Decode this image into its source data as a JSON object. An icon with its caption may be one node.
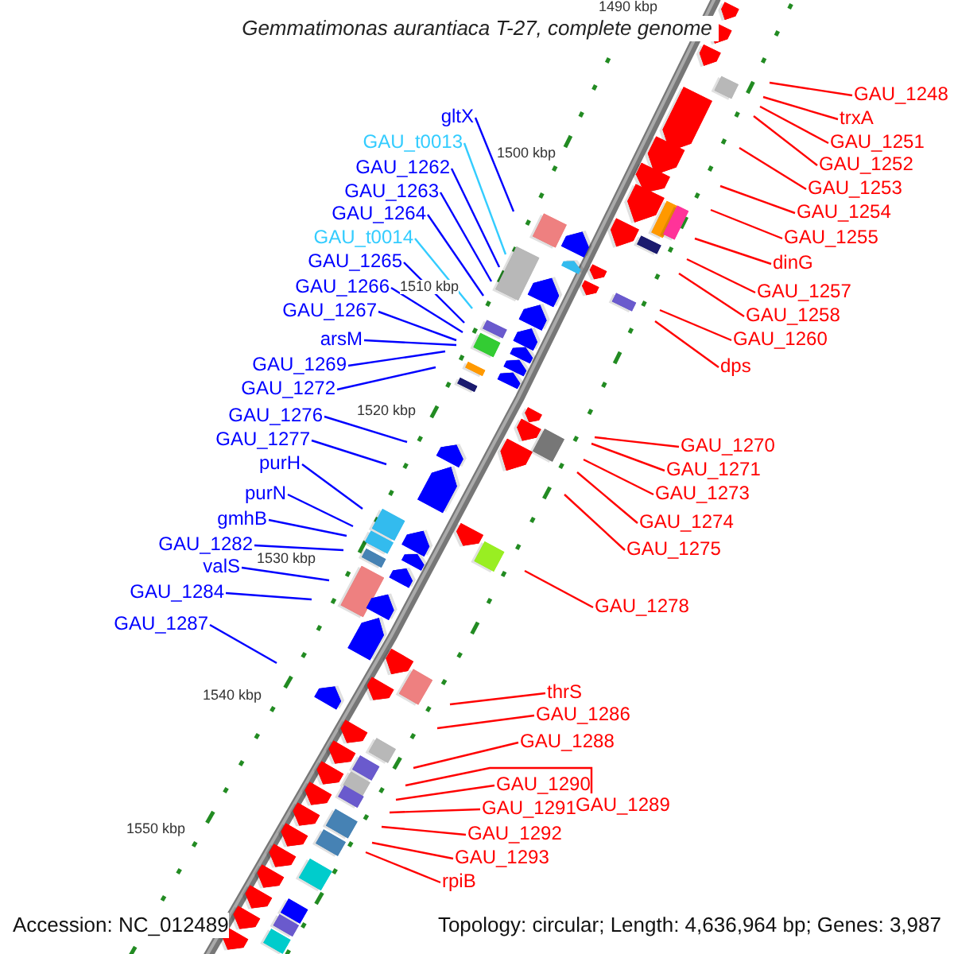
{
  "diagram": {
    "title": "Gemmatimonas aurantiaca T-27, complete genome",
    "nodes": [
      {
        "text": [
          "gltX"
        ]
      },
      {
        "text": [
          "GAU_t0013"
        ]
      },
      {
        "text": [
          "GAU_1262"
        ]
      },
      {
        "text": [
          "GAU_1263"
        ]
      },
      {
        "text": [
          "GAU_1264"
        ]
      },
      {
        "text": [
          "GAU_t0014"
        ]
      },
      {
        "text": [
          "GAU_1265"
        ]
      },
      {
        "text": [
          "GAU_1266"
        ]
      },
      {
        "text": [
          "GAU_1267"
        ]
      },
      {
        "text": [
          "arsM"
        ]
      },
      {
        "text": [
          "GAU_1269"
        ]
      },
      {
        "text": [
          "GAU_1272"
        ]
      },
      {
        "text": [
          "GAU_1276"
        ]
      },
      {
        "text": [
          "GAU_1277"
        ]
      },
      {
        "text": [
          "purH"
        ]
      },
      {
        "text": [
          "purN"
        ]
      },
      {
        "text": [
          "gmhB"
        ]
      },
      {
        "text": [
          "GAU_1282"
        ]
      },
      {
        "text": [
          "valS"
        ]
      },
      {
        "text": [
          "GAU_1284"
        ]
      },
      {
        "text": [
          "GAU_1287"
        ]
      },
      {
        "text": [
          "GAU_1248"
        ]
      },
      {
        "text": [
          "trxA"
        ]
      },
      {
        "text": [
          "GAU_1251"
        ]
      },
      {
        "text": [
          "GAU_1252"
        ]
      },
      {
        "text": [
          "GAU_1253"
        ]
      },
      {
        "text": [
          "GAU_1254"
        ]
      },
      {
        "text": [
          "GAU_1255"
        ]
      },
      {
        "text": [
          "dinG"
        ]
      },
      {
        "text": [
          "GAU_1257"
        ]
      },
      {
        "text": [
          "GAU_1258"
        ]
      },
      {
        "text": [
          "GAU_1260"
        ]
      },
      {
        "text": [
          "dps"
        ]
      },
      {
        "text": [
          "GAU_1270"
        ]
      },
      {
        "text": [
          "GAU_1271"
        ]
      },
      {
        "text": [
          "GAU_1273"
        ]
      },
      {
        "text": [
          "GAU_1274"
        ]
      },
      {
        "text": [
          "GAU_1275"
        ]
      },
      {
        "text": [
          "GAU_1278"
        ]
      },
      {
        "text": [
          "thrS"
        ]
      },
      {
        "text": [
          "GAU_1286"
        ]
      },
      {
        "text": [
          "GAU_1288"
        ]
      },
      {
        "text": [
          "GAU_1290"
        ]
      },
      {
        "text": [
          "GAU_1289"
        ]
      },
      {
        "text": [
          "GAU_1291"
        ]
      },
      {
        "text": [
          "GAU_1292"
        ]
      },
      {
        "text": [
          "GAU_1293"
        ]
      },
      {
        "text": [
          "rpiB"
        ]
      }
    ],
    "edges": [
      {
        "from": 0,
        "to": null,
        "arrow": "none",
        "color": "#0000ff"
      },
      {
        "from": 1,
        "to": null,
        "arrow": "none",
        "color": "#33ccff"
      },
      {
        "from": 2,
        "to": null,
        "arrow": "none",
        "color": "#0000ff"
      },
      {
        "from": 3,
        "to": null,
        "arrow": "none",
        "color": "#0000ff"
      },
      {
        "from": 4,
        "to": null,
        "arrow": "none",
        "color": "#0000ff"
      },
      {
        "from": 5,
        "to": null,
        "arrow": "none",
        "color": "#33ccff"
      },
      {
        "from": 6,
        "to": null,
        "arrow": "none",
        "color": "#0000ff"
      },
      {
        "from": 7,
        "to": null,
        "arrow": "none",
        "color": "#0000ff"
      },
      {
        "from": 8,
        "to": null,
        "arrow": "none",
        "color": "#0000ff"
      },
      {
        "from": 9,
        "to": null,
        "arrow": "none",
        "color": "#0000ff"
      },
      {
        "from": 10,
        "to": null,
        "arrow": "none",
        "color": "#0000ff"
      },
      {
        "from": 11,
        "to": null,
        "arrow": "none",
        "color": "#0000ff"
      },
      {
        "from": 12,
        "to": null,
        "arrow": "none",
        "color": "#0000ff"
      },
      {
        "from": 13,
        "to": null,
        "arrow": "none",
        "color": "#0000ff"
      },
      {
        "from": 14,
        "to": null,
        "arrow": "none",
        "color": "#0000ff"
      },
      {
        "from": 15,
        "to": null,
        "arrow": "none",
        "color": "#0000ff"
      },
      {
        "from": 16,
        "to": null,
        "arrow": "none",
        "color": "#0000ff"
      },
      {
        "from": 17,
        "to": null,
        "arrow": "none",
        "color": "#0000ff"
      },
      {
        "from": 18,
        "to": null,
        "arrow": "none",
        "color": "#0000ff"
      },
      {
        "from": 19,
        "to": null,
        "arrow": "none",
        "color": "#0000ff"
      },
      {
        "from": 20,
        "to": null,
        "arrow": "none",
        "color": "#0000ff"
      },
      {
        "from": 21,
        "to": null,
        "arrow": "none"
      },
      {
        "from": 22,
        "to": null,
        "arrow": "none"
      },
      {
        "from": 23,
        "to": null,
        "arrow": "none"
      },
      {
        "from": 24,
        "to": null,
        "arrow": "none"
      },
      {
        "from": 25,
        "to": null,
        "arrow": "none"
      },
      {
        "from": 26,
        "to": null,
        "arrow": "none"
      },
      {
        "from": 27,
        "to": null,
        "arrow": "none"
      },
      {
        "from": 28,
        "to": null,
        "arrow": "none"
      },
      {
        "from": 29,
        "to": null,
        "arrow": "none"
      },
      {
        "from": 30,
        "to": null,
        "arrow": "none"
      },
      {
        "from": 31,
        "to": null,
        "arrow": "none"
      },
      {
        "from": 32,
        "to": null,
        "arrow": "none"
      },
      {
        "from": 33,
        "to": null,
        "arrow": "none"
      },
      {
        "from": 34,
        "to": null,
        "arrow": "none"
      },
      {
        "from": 35,
        "to": null,
        "arrow": "none"
      },
      {
        "from": 36,
        "to": null,
        "arrow": "none"
      },
      {
        "from": 37,
        "to": null,
        "arrow": "none"
      },
      {
        "from": 38,
        "to": null,
        "arrow": "none"
      },
      {
        "from": 39,
        "to": null,
        "arrow": "none"
      },
      {
        "from": 40,
        "to": null,
        "arrow": "none"
      },
      {
        "from": 41,
        "to": null,
        "arrow": "none"
      },
      {
        "from": 42,
        "to": null,
        "arrow": "none"
      },
      {
        "from": 43,
        "to": null,
        "arrow": "none"
      },
      {
        "from": 44,
        "to": null,
        "arrow": "none"
      },
      {
        "from": 45,
        "to": null,
        "arrow": "none"
      },
      {
        "from": 46,
        "to": null,
        "arrow": "none"
      },
      {
        "from": 47,
        "to": null,
        "arrow": "none"
      }
    ],
    "labels": [
      "1490 kbp",
      "1500 kbp",
      "1510 kbp",
      "1520 kbp",
      "1530 kbp",
      "1540 kbp",
      "1550 kbp",
      "Accession: NC_012489",
      "Topology: circular; Length: 4,636,964 bp; Genes: 3,987"
    ]
  }
}
